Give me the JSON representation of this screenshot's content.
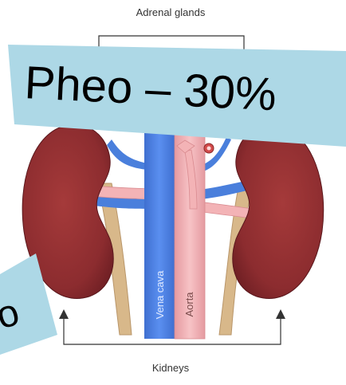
{
  "labels": {
    "top": "Adrenal glands",
    "bottom": "Kidneys",
    "vena_cava": "Vena cava",
    "aorta": "Aorta"
  },
  "overlays": {
    "top_banner": "Pheo – 30%",
    "bottom_left_fragment": "o"
  },
  "colors": {
    "kidney": "#8f2e2e",
    "kidney_dark": "#6e1f24",
    "vena_cava": "#4a7fdc",
    "aorta": "#f3b3b6",
    "renal_artery": "#f3b3b6",
    "ureter": "#d8b88a",
    "banner": "#add8e6"
  }
}
